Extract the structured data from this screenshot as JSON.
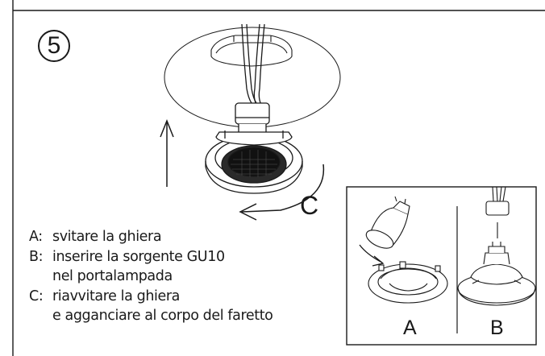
{
  "step": {
    "number": "5"
  },
  "callout_letter": "C",
  "instructions": [
    {
      "key": "A:",
      "lines": [
        "svitare la ghiera"
      ]
    },
    {
      "key": "B:",
      "lines": [
        "inserire la sorgente GU10",
        "nel portalampada"
      ]
    },
    {
      "key": "C:",
      "lines": [
        "riavvitare la ghiera",
        "e agganciare al corpo del faretto"
      ]
    }
  ],
  "inset": {
    "label_a": "A",
    "label_b": "B"
  }
}
